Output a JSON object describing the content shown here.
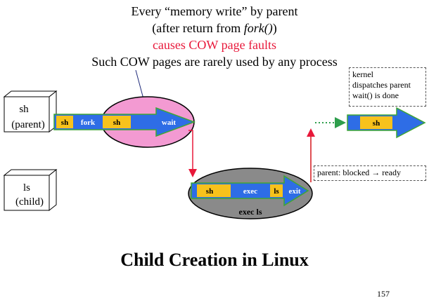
{
  "captions": {
    "line1": "Every “memory write” by parent",
    "line2_prefix": "(after return from ",
    "line2_fork": "fork()",
    "line2_suffix": ")",
    "line3": "causes COW page faults",
    "line4": "Such COW pages are rarely used by any process"
  },
  "boxes": {
    "parent_name": "sh",
    "parent_role": "(parent)",
    "child_name": "ls",
    "child_role": "(child)"
  },
  "parent_timeline": {
    "seg_sh": "sh",
    "seg_fork": "fork",
    "seg_sh2": "sh",
    "seg_wait": "wait"
  },
  "child_timeline": {
    "seg_sh": "sh",
    "seg_exec": "exec",
    "seg_ls": "ls",
    "seg_exit": "exit",
    "oval_label": "exec  ls"
  },
  "resumed_timeline": {
    "seg_sh": "sh"
  },
  "notes": {
    "kernel": [
      "kernel",
      "dispatches parent",
      "wait() is done"
    ],
    "parent_state": "parent:   blocked → ready"
  },
  "title": "Child Creation in Linux",
  "page_number": "157",
  "colors": {
    "blue": "#2e6de6",
    "yellow": "#f7c21c",
    "green_border": "#3fa535",
    "pink": "#f39ad2",
    "gray": "#8a8a8a",
    "red": "#e8183a",
    "dark_red": "#d4161b",
    "green_dotted": "#2e9e4c"
  }
}
